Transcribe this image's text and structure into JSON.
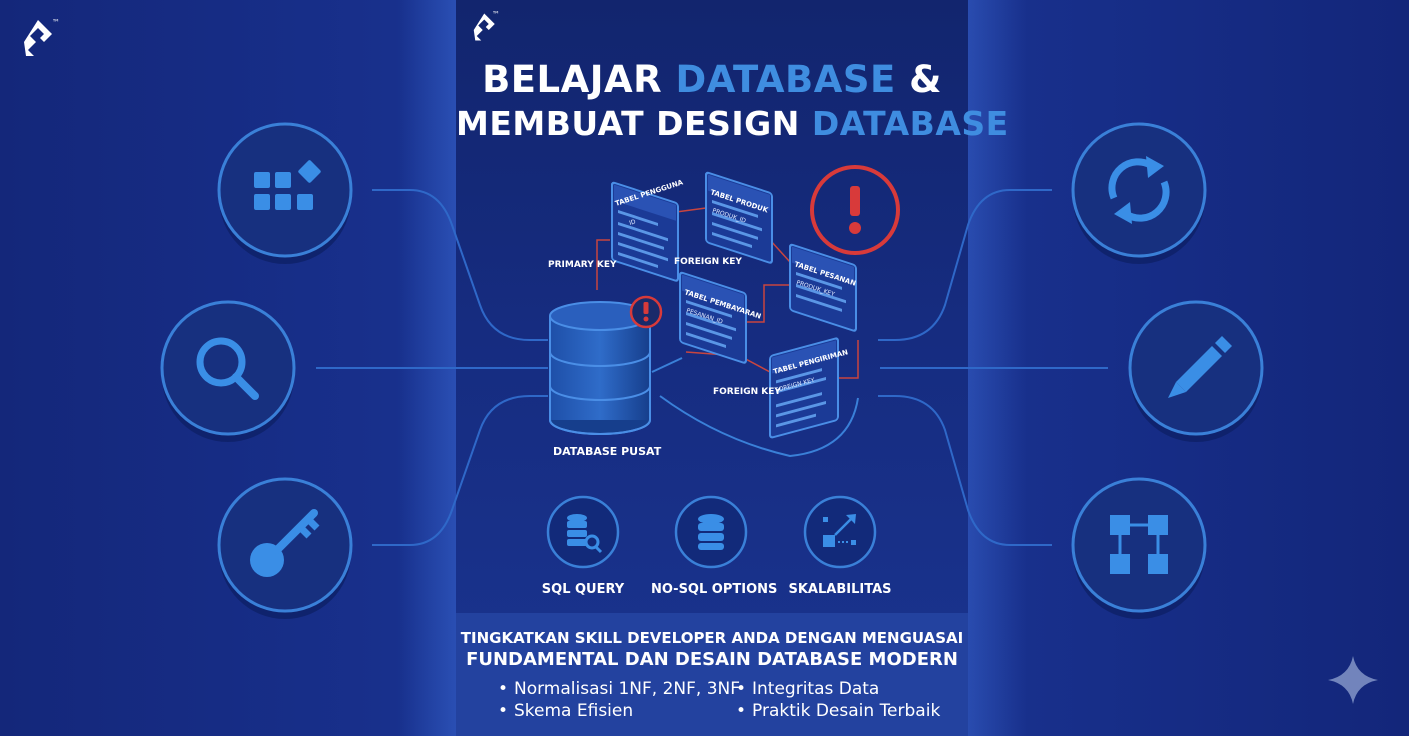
{
  "brand": {
    "trademark": "™"
  },
  "title": {
    "line1_part1": "BELAJAR ",
    "line1_highlight": "DATABASE",
    "line1_part2": " &",
    "line2_part1": "MEMBUAT DESIGN ",
    "line2_highlight": "DATABASE"
  },
  "diagram": {
    "tables": [
      "TABEL PENGGUNA",
      "TABEL PRODUK",
      "TABEL PESANAN",
      "TABEL PEMBAYARAN",
      "TABEL PENGIRIMAN"
    ],
    "table_fields": [
      "ID",
      "PRODUK_ID",
      "PRODUK_KEY",
      "PESANAN_ID",
      "FOREIGN KEY"
    ],
    "labels": {
      "primary_key": "PRIMARY KEY",
      "foreign_key_1": "FOREIGN KEY",
      "foreign_key_2": "FOREIGN KEY",
      "central_db": "DATABASE PUSAT"
    }
  },
  "features": [
    {
      "label": "SQL QUERY",
      "icon": "database-search-icon"
    },
    {
      "label": "NO-SQL OPTIONS",
      "icon": "database-stack-icon"
    },
    {
      "label": "SKALABILITAS",
      "icon": "scale-nodes-icon"
    }
  ],
  "side_icons": {
    "left": [
      "apps-grid-icon",
      "search-icon",
      "key-icon"
    ],
    "right": [
      "sync-icon",
      "pencil-icon",
      "hierarchy-icon"
    ]
  },
  "bottom": {
    "subtitle_line1": "TINGKATKAN SKILL DEVELOPER ANDA DENGAN MENGUASAI",
    "subtitle_line2": "FUNDAMENTAL DAN DESAIN DATABASE MODERN",
    "bullets": [
      "Normalisasi 1NF, 2NF, 3NF",
      "Integritas Data",
      "Skema Efisien",
      "Praktik Desain Terbaik"
    ]
  },
  "colors": {
    "accent": "#3f8de0",
    "warning": "#d83a3a",
    "background": "#162a7a"
  }
}
